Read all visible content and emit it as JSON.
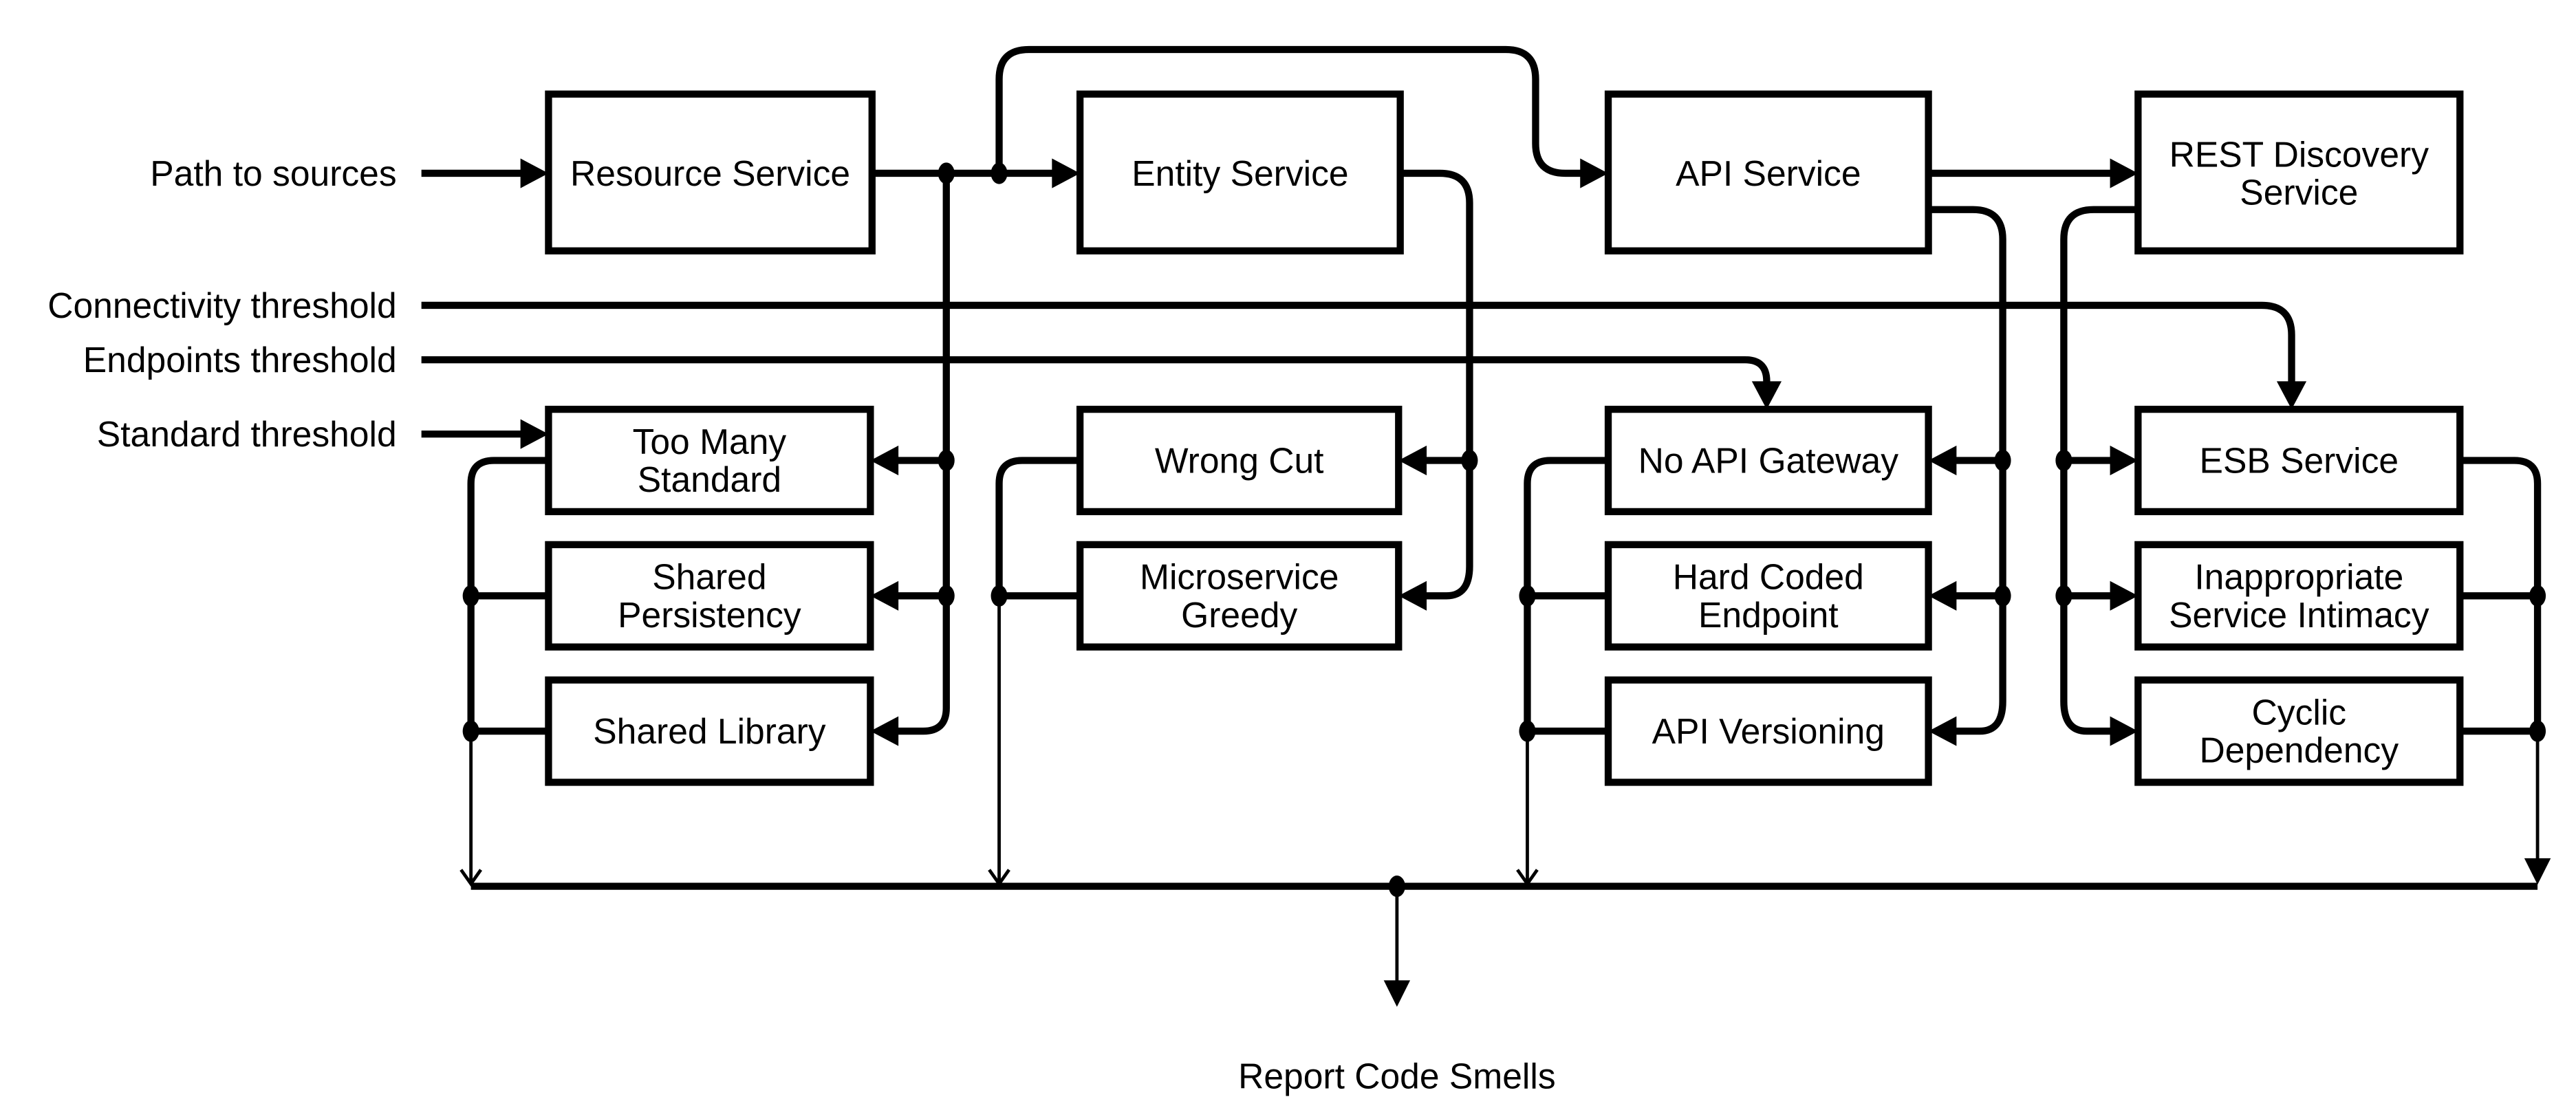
{
  "diagram_type": "architecture-flow-diagram",
  "colors": {
    "ink": "#000000",
    "background": "#ffffff",
    "node_fill": "#ffffff"
  },
  "inputs": {
    "path_to_sources": "Path to sources",
    "connectivity_threshold": "Connectivity threshold",
    "endpoints_threshold": "Endpoints threshold",
    "standard_threshold": "Standard threshold"
  },
  "services": {
    "resource": "Resource Service",
    "entity": "Entity Service",
    "api": "API Service",
    "rest_discovery_line1": "REST Discovery",
    "rest_discovery_line2": "Service"
  },
  "smells": {
    "too_many_standard_line1": "Too Many",
    "too_many_standard_line2": "Standard",
    "shared_persistency_line1": "Shared",
    "shared_persistency_line2": "Persistency",
    "shared_library": "Shared Library",
    "wrong_cut": "Wrong Cut",
    "microservice_greedy_line1": "Microservice",
    "microservice_greedy_line2": "Greedy",
    "no_api_gateway": "No API Gateway",
    "hard_coded_endpoint_line1": "Hard Coded",
    "hard_coded_endpoint_line2": "Endpoint",
    "api_versioning": "API Versioning",
    "esb_service": "ESB Service",
    "inappropriate_service_intimacy_line1": "Inappropriate",
    "inappropriate_service_intimacy_line2": "Service Intimacy",
    "cyclic_dependency_line1": "Cyclic",
    "cyclic_dependency_line2": "Dependency"
  },
  "output": {
    "report": "Report Code Smells"
  },
  "edges": [
    {
      "from": "Path to sources",
      "to": "Resource Service"
    },
    {
      "from": "Resource Service",
      "to": "Entity Service"
    },
    {
      "from": "Resource Service",
      "to": "API Service"
    },
    {
      "from": "Resource Service",
      "to": "Too Many Standard"
    },
    {
      "from": "Resource Service",
      "to": "Shared Persistency"
    },
    {
      "from": "Resource Service",
      "to": "Shared Library"
    },
    {
      "from": "Entity Service",
      "to": "Wrong Cut"
    },
    {
      "from": "Entity Service",
      "to": "Microservice Greedy"
    },
    {
      "from": "API Service",
      "to": "REST Discovery Service"
    },
    {
      "from": "API Service",
      "to": "No API Gateway"
    },
    {
      "from": "API Service",
      "to": "Hard Coded Endpoint"
    },
    {
      "from": "API Service",
      "to": "API Versioning"
    },
    {
      "from": "REST Discovery Service",
      "to": "ESB Service"
    },
    {
      "from": "REST Discovery Service",
      "to": "Inappropriate Service Intimacy"
    },
    {
      "from": "REST Discovery Service",
      "to": "Cyclic Dependency"
    },
    {
      "from": "Connectivity threshold",
      "to": "ESB Service"
    },
    {
      "from": "Endpoints threshold",
      "to": "No API Gateway"
    },
    {
      "from": "Standard threshold",
      "to": "Too Many Standard"
    },
    {
      "from": "all smell detectors",
      "to": "Report Code Smells"
    }
  ]
}
